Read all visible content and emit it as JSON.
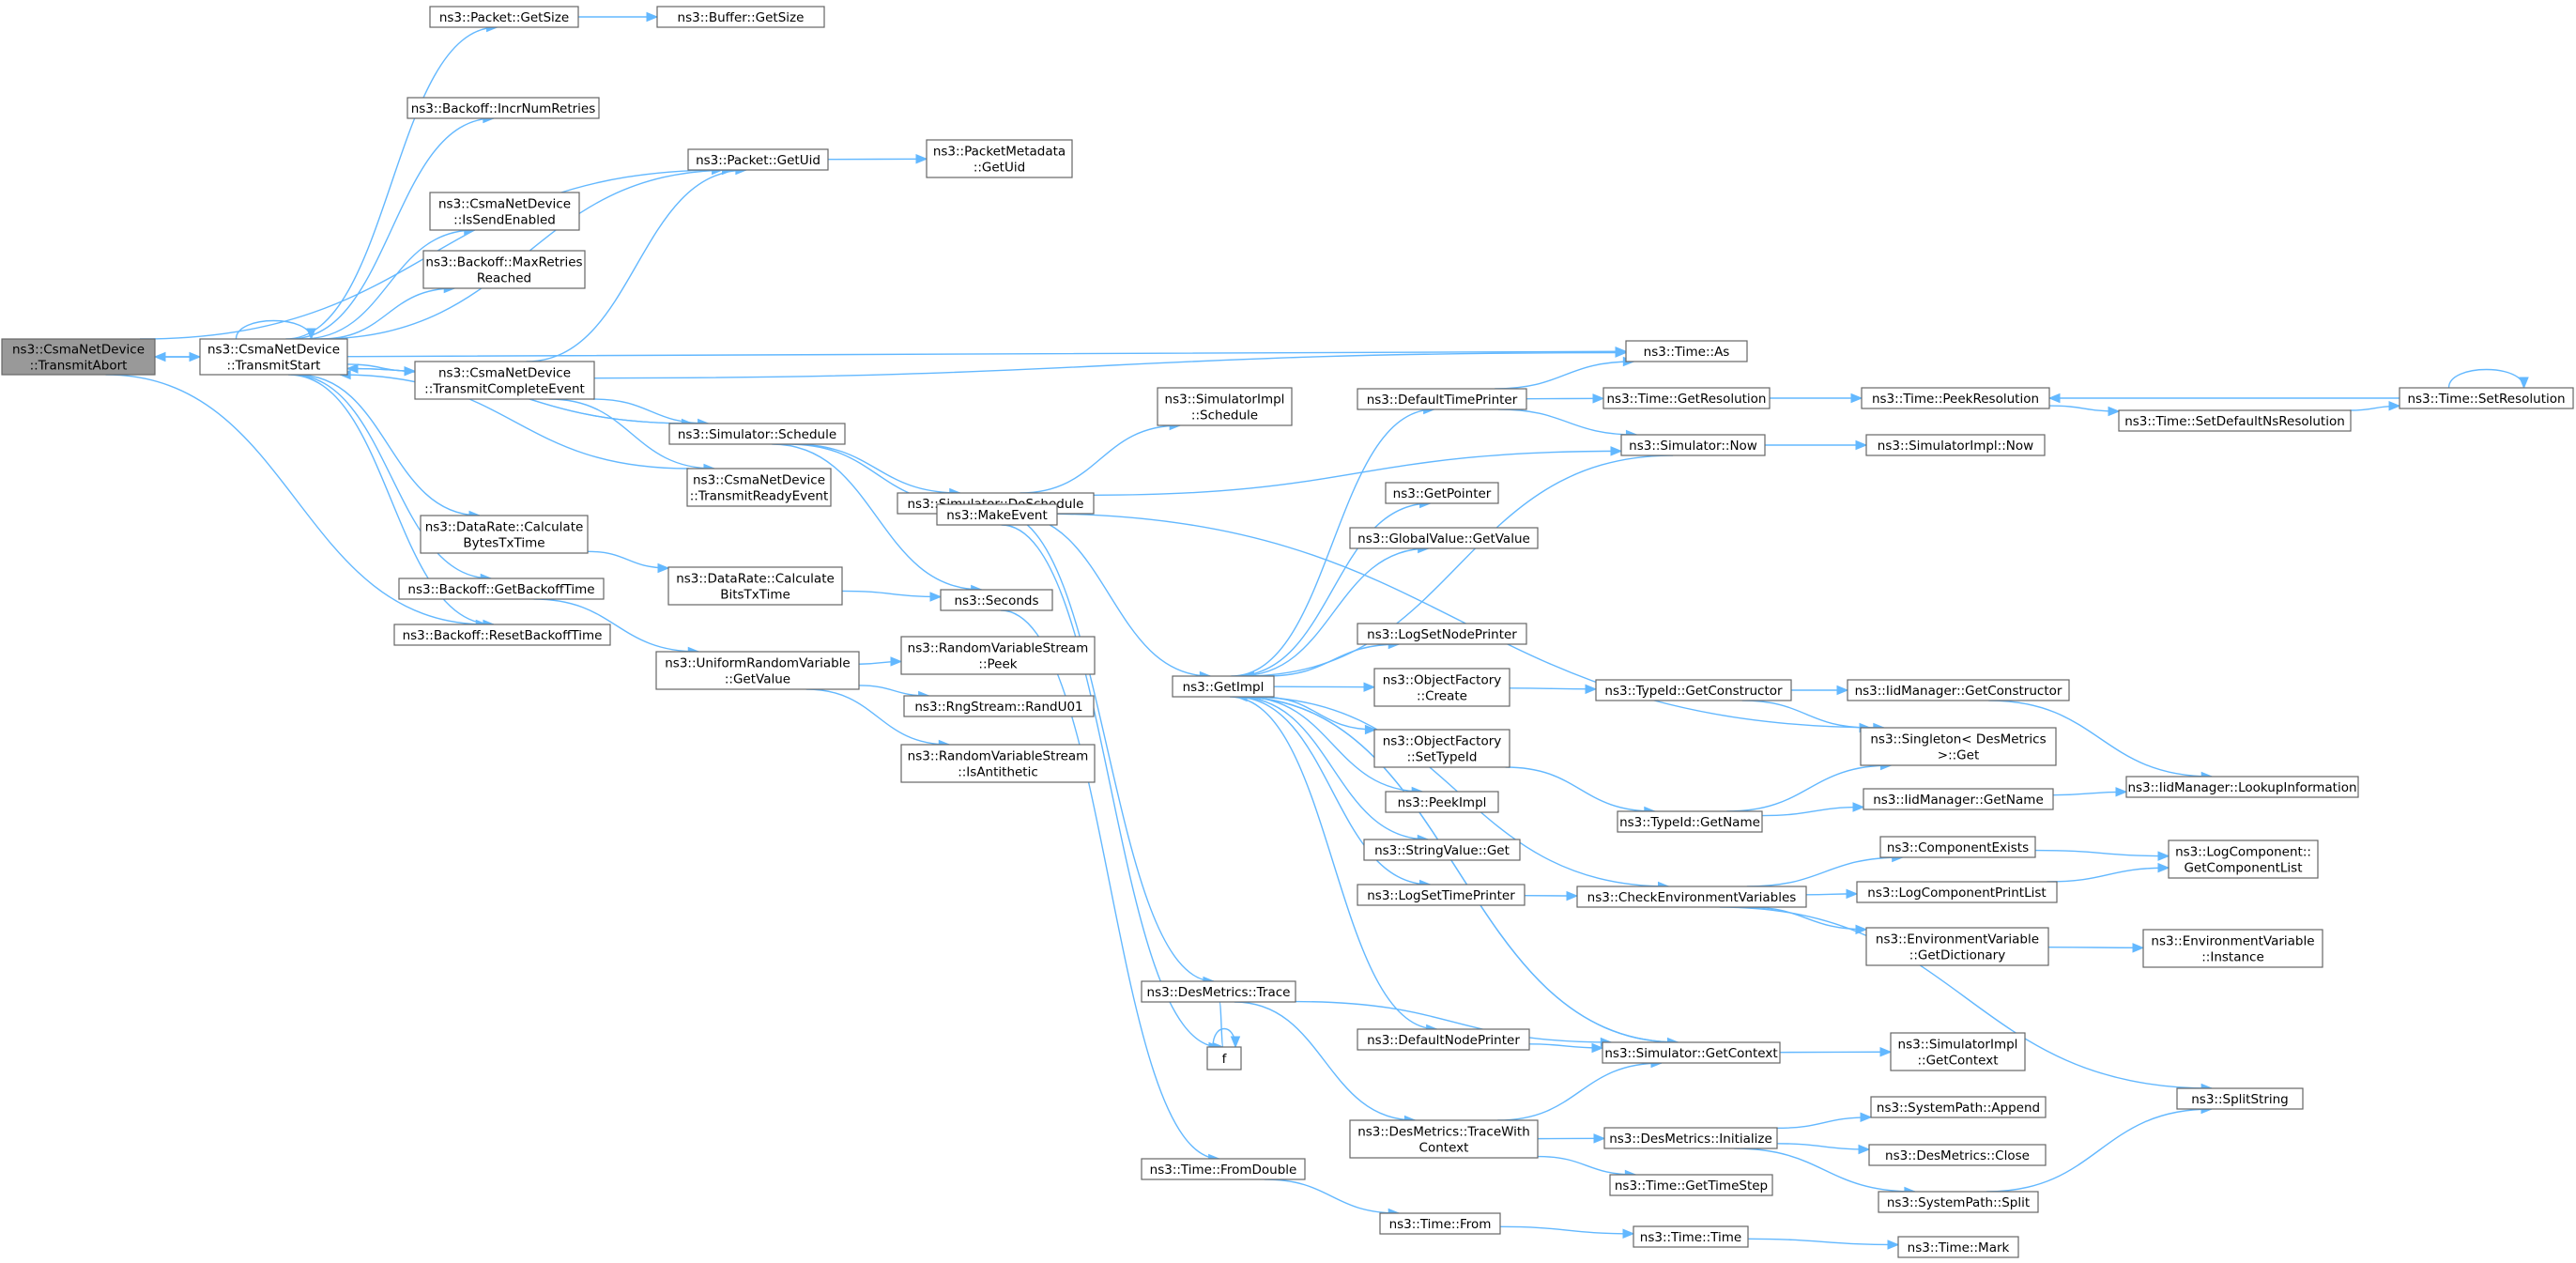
{
  "graph": {
    "colors": {
      "edge": "#63b8ff",
      "node_border": "#666666",
      "node_fill": "#ffffff",
      "root_fill": "#999999"
    },
    "nodes": [
      {
        "id": "root",
        "lines": [
          "ns3::CsmaNetDevice",
          "::TransmitAbort"
        ],
        "root": true
      },
      {
        "id": "ts",
        "lines": [
          "ns3::CsmaNetDevice",
          "::TransmitStart"
        ]
      },
      {
        "id": "pgs",
        "lines": [
          "ns3::Packet::GetSize"
        ]
      },
      {
        "id": "bgs",
        "lines": [
          "ns3::Buffer::GetSize"
        ]
      },
      {
        "id": "bir",
        "lines": [
          "ns3::Backoff::IncrNumRetries"
        ]
      },
      {
        "id": "pgu",
        "lines": [
          "ns3::Packet::GetUid"
        ]
      },
      {
        "id": "pmgu",
        "lines": [
          "ns3::PacketMetadata",
          "::GetUid"
        ]
      },
      {
        "id": "ise",
        "lines": [
          "ns3::CsmaNetDevice",
          "::IsSendEnabled"
        ]
      },
      {
        "id": "bmr",
        "lines": [
          "ns3::Backoff::MaxRetries",
          "Reached"
        ]
      },
      {
        "id": "tce",
        "lines": [
          "ns3::CsmaNetDevice",
          "::TransmitCompleteEvent"
        ]
      },
      {
        "id": "ssch",
        "lines": [
          "ns3::Simulator::Schedule"
        ]
      },
      {
        "id": "tre",
        "lines": [
          "ns3::CsmaNetDevice",
          "::TransmitReadyEvent"
        ]
      },
      {
        "id": "drcbytes",
        "lines": [
          "ns3::DataRate::Calculate",
          "BytesTxTime"
        ]
      },
      {
        "id": "bgbt",
        "lines": [
          "ns3::Backoff::GetBackoffTime"
        ]
      },
      {
        "id": "brbt",
        "lines": [
          "ns3::Backoff::ResetBackoffTime"
        ]
      },
      {
        "id": "drcbits",
        "lines": [
          "ns3::DataRate::Calculate",
          "BitsTxTime"
        ]
      },
      {
        "id": "urv",
        "lines": [
          "ns3::UniformRandomVariable",
          "::GetValue"
        ]
      },
      {
        "id": "sds",
        "lines": [
          "ns3::Simulator::DoSchedule"
        ]
      },
      {
        "id": "sims",
        "lines": [
          "ns3::SimulatorImpl",
          "::Schedule"
        ]
      },
      {
        "id": "me",
        "lines": [
          "ns3::MakeEvent"
        ]
      },
      {
        "id": "sec",
        "lines": [
          "ns3::Seconds"
        ]
      },
      {
        "id": "rvsp",
        "lines": [
          "ns3::RandomVariableStream",
          "::Peek"
        ]
      },
      {
        "id": "rng",
        "lines": [
          "ns3::RngStream::RandU01"
        ]
      },
      {
        "id": "rvsa",
        "lines": [
          "ns3::RandomVariableStream",
          "::IsAntithetic"
        ]
      },
      {
        "id": "gi",
        "lines": [
          "ns3::GetImpl"
        ]
      },
      {
        "id": "dmt",
        "lines": [
          "ns3::DesMetrics::Trace"
        ]
      },
      {
        "id": "f",
        "lines": [
          "f"
        ]
      },
      {
        "id": "tfd",
        "lines": [
          "ns3::Time::FromDouble"
        ]
      },
      {
        "id": "dtp",
        "lines": [
          "ns3::DefaultTimePrinter"
        ]
      },
      {
        "id": "gp",
        "lines": [
          "ns3::GetPointer"
        ]
      },
      {
        "id": "gvgv",
        "lines": [
          "ns3::GlobalValue::GetValue"
        ]
      },
      {
        "id": "lsnp",
        "lines": [
          "ns3::LogSetNodePrinter"
        ]
      },
      {
        "id": "ofc",
        "lines": [
          "ns3::ObjectFactory",
          "::Create"
        ]
      },
      {
        "id": "ofst",
        "lines": [
          "ns3::ObjectFactory",
          "::SetTypeId"
        ]
      },
      {
        "id": "pi",
        "lines": [
          "ns3::PeekImpl"
        ]
      },
      {
        "id": "svg",
        "lines": [
          "ns3::StringValue::Get"
        ]
      },
      {
        "id": "lstp",
        "lines": [
          "ns3::LogSetTimePrinter"
        ]
      },
      {
        "id": "dnp",
        "lines": [
          "ns3::DefaultNodePrinter"
        ]
      },
      {
        "id": "dmtwc",
        "lines": [
          "ns3::DesMetrics::TraceWith",
          "Context"
        ]
      },
      {
        "id": "tf",
        "lines": [
          "ns3::Time::From"
        ]
      },
      {
        "id": "tas",
        "lines": [
          "ns3::Time::As"
        ]
      },
      {
        "id": "tgr",
        "lines": [
          "ns3::Time::GetResolution"
        ]
      },
      {
        "id": "snow",
        "lines": [
          "ns3::Simulator::Now"
        ]
      },
      {
        "id": "tidgc",
        "lines": [
          "ns3::TypeId::GetConstructor"
        ]
      },
      {
        "id": "tidgn",
        "lines": [
          "ns3::TypeId::GetName"
        ]
      },
      {
        "id": "cev",
        "lines": [
          "ns3::CheckEnvironmentVariables"
        ]
      },
      {
        "id": "sgc",
        "lines": [
          "ns3::Simulator::GetContext"
        ]
      },
      {
        "id": "dmi",
        "lines": [
          "ns3::DesMetrics::Initialize"
        ]
      },
      {
        "id": "tgts",
        "lines": [
          "ns3::Time::GetTimeStep"
        ]
      },
      {
        "id": "tt",
        "lines": [
          "ns3::Time::Time"
        ]
      },
      {
        "id": "tpr",
        "lines": [
          "ns3::Time::PeekResolution"
        ]
      },
      {
        "id": "simnow",
        "lines": [
          "ns3::SimulatorImpl::Now"
        ]
      },
      {
        "id": "imgc",
        "lines": [
          "ns3::IidManager::GetConstructor"
        ]
      },
      {
        "id": "sdm",
        "lines": [
          "ns3::Singleton< DesMetrics",
          " >::Get"
        ]
      },
      {
        "id": "imgn",
        "lines": [
          "ns3::IidManager::GetName"
        ]
      },
      {
        "id": "ce",
        "lines": [
          "ns3::ComponentExists"
        ]
      },
      {
        "id": "lcpl",
        "lines": [
          "ns3::LogComponentPrintList"
        ]
      },
      {
        "id": "evgd",
        "lines": [
          "ns3::EnvironmentVariable",
          "::GetDictionary"
        ]
      },
      {
        "id": "simgc",
        "lines": [
          "ns3::SimulatorImpl",
          "::GetContext"
        ]
      },
      {
        "id": "spa",
        "lines": [
          "ns3::SystemPath::Append"
        ]
      },
      {
        "id": "dmc",
        "lines": [
          "ns3::DesMetrics::Close"
        ]
      },
      {
        "id": "sps",
        "lines": [
          "ns3::SystemPath::Split"
        ]
      },
      {
        "id": "tm",
        "lines": [
          "ns3::Time::Mark"
        ]
      },
      {
        "id": "tsdnr",
        "lines": [
          "ns3::Time::SetDefaultNsResolution"
        ]
      },
      {
        "id": "tsr",
        "lines": [
          "ns3::Time::SetResolution"
        ]
      },
      {
        "id": "imli",
        "lines": [
          "ns3::IidManager::LookupInformation"
        ]
      },
      {
        "id": "lcgcl",
        "lines": [
          "ns3::LogComponent::",
          "GetComponentList"
        ]
      },
      {
        "id": "evi",
        "lines": [
          "ns3::EnvironmentVariable",
          "::Instance"
        ]
      },
      {
        "id": "ss",
        "lines": [
          "ns3::SplitString"
        ]
      }
    ],
    "edges": [
      [
        "root",
        "ts"
      ],
      [
        "ts",
        "root"
      ],
      [
        "ts",
        "ts"
      ],
      [
        "root",
        "pgu"
      ],
      [
        "root",
        "brbt"
      ],
      [
        "ts",
        "pgs"
      ],
      [
        "ts",
        "bir"
      ],
      [
        "ts",
        "pgu"
      ],
      [
        "ts",
        "ise"
      ],
      [
        "ts",
        "bmr"
      ],
      [
        "ts",
        "tas"
      ],
      [
        "ts",
        "tce"
      ],
      [
        "ts",
        "ssch"
      ],
      [
        "ts",
        "drcbytes"
      ],
      [
        "ts",
        "bgbt"
      ],
      [
        "ts",
        "brbt"
      ],
      [
        "pgs",
        "bgs"
      ],
      [
        "pgu",
        "pmgu"
      ],
      [
        "tce",
        "pgu"
      ],
      [
        "tce",
        "tas"
      ],
      [
        "tce",
        "ssch"
      ],
      [
        "tce",
        "tre"
      ],
      [
        "tre",
        "ts"
      ],
      [
        "ssch",
        "ts"
      ],
      [
        "ssch",
        "sds"
      ],
      [
        "ssch",
        "me"
      ],
      [
        "ssch",
        "sec"
      ],
      [
        "drcbytes",
        "drcbits"
      ],
      [
        "drcbits",
        "sec"
      ],
      [
        "bgbt",
        "urv"
      ],
      [
        "urv",
        "rvsp"
      ],
      [
        "urv",
        "rng"
      ],
      [
        "urv",
        "rvsa"
      ],
      [
        "sds",
        "sims"
      ],
      [
        "sds",
        "snow"
      ],
      [
        "sds",
        "gi"
      ],
      [
        "sds",
        "dmt"
      ],
      [
        "sds",
        "sdm"
      ],
      [
        "me",
        "f"
      ],
      [
        "sec",
        "tfd"
      ],
      [
        "gi",
        "dtp"
      ],
      [
        "gi",
        "gp"
      ],
      [
        "gi",
        "gvgv"
      ],
      [
        "gi",
        "lsnp"
      ],
      [
        "gi",
        "ofc"
      ],
      [
        "gi",
        "ofst"
      ],
      [
        "gi",
        "pi"
      ],
      [
        "gi",
        "svg"
      ],
      [
        "gi",
        "lstp"
      ],
      [
        "gi",
        "dnp"
      ],
      [
        "gi",
        "cev"
      ],
      [
        "gi",
        "sgc"
      ],
      [
        "snow",
        "gi"
      ],
      [
        "sgc",
        "gi"
      ],
      [
        "dtp",
        "tas"
      ],
      [
        "dtp",
        "tgr"
      ],
      [
        "dtp",
        "snow"
      ],
      [
        "tgr",
        "tpr"
      ],
      [
        "tpr",
        "tsdnr"
      ],
      [
        "tsdnr",
        "tsr"
      ],
      [
        "tsr",
        "tpr"
      ],
      [
        "tsr",
        "tsr"
      ],
      [
        "snow",
        "simnow"
      ],
      [
        "ofc",
        "tidgc"
      ],
      [
        "tidgc",
        "imgc"
      ],
      [
        "tidgc",
        "sdm"
      ],
      [
        "imgc",
        "imli"
      ],
      [
        "ofst",
        "tidgn"
      ],
      [
        "tidgn",
        "imgn"
      ],
      [
        "tidgn",
        "sdm"
      ],
      [
        "imgn",
        "imli"
      ],
      [
        "lstp",
        "cev"
      ],
      [
        "cev",
        "ce"
      ],
      [
        "cev",
        "lcpl"
      ],
      [
        "cev",
        "evgd"
      ],
      [
        "cev",
        "ss"
      ],
      [
        "ce",
        "lcgcl"
      ],
      [
        "lcpl",
        "lcgcl"
      ],
      [
        "evgd",
        "evi"
      ],
      [
        "dmt",
        "f"
      ],
      [
        "dmt",
        "sgc"
      ],
      [
        "dmt",
        "dmtwc"
      ],
      [
        "dnp",
        "sgc"
      ],
      [
        "f",
        "f"
      ],
      [
        "dmtwc",
        "sgc"
      ],
      [
        "dmtwc",
        "dmi"
      ],
      [
        "dmtwc",
        "tgts"
      ],
      [
        "sgc",
        "simgc"
      ],
      [
        "dmi",
        "spa"
      ],
      [
        "dmi",
        "dmc"
      ],
      [
        "dmi",
        "sps"
      ],
      [
        "sps",
        "ss"
      ],
      [
        "tfd",
        "tf"
      ],
      [
        "tf",
        "tt"
      ],
      [
        "tt",
        "tm"
      ]
    ]
  }
}
